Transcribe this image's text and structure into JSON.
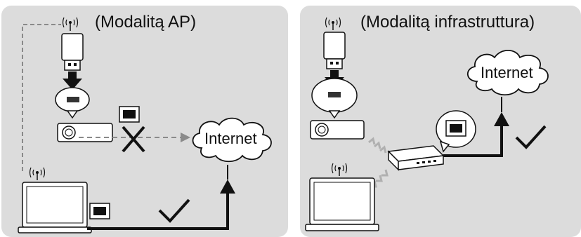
{
  "panels": {
    "ap": {
      "title": "(Modalitą AP)",
      "cloud_label": "Internet"
    },
    "infra": {
      "title": "(Modalitą infrastruttura)",
      "cloud_label": "Internet"
    }
  },
  "colors": {
    "panel_bg": "#dcdcdc",
    "line": "#111111",
    "dashed": "#8a8a8a",
    "wireless_arrow": "#b0b0b0"
  },
  "icons": [
    "wifi-signal-icon",
    "usb-dongle-icon",
    "usb-port-icon",
    "projector-icon",
    "ethernet-port-icon",
    "laptop-icon",
    "cross-icon",
    "checkmark-icon",
    "router-icon",
    "cloud-icon",
    "arrow-down-icon"
  ]
}
